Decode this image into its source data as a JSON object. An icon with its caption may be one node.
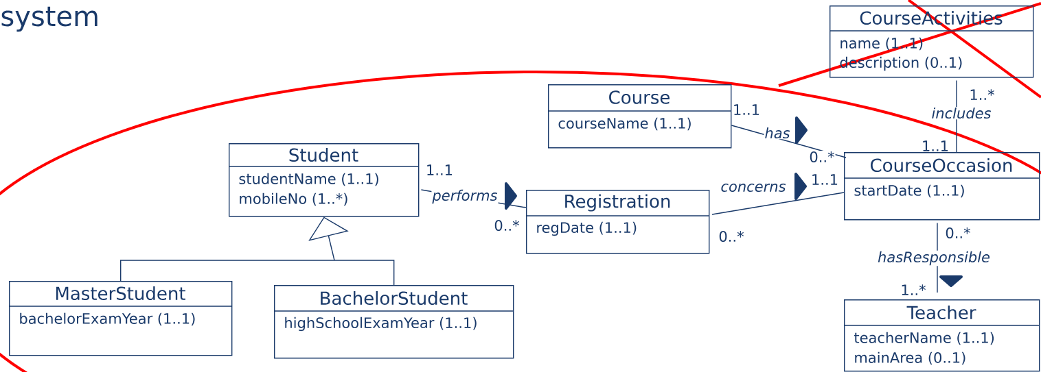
{
  "diagram": {
    "title": "system",
    "nodes": [
      {
        "text": [
          "CourseActivities",
          "name (1..1)",
          "description (0..1)"
        ]
      },
      {
        "text": [
          "Course",
          "courseName (1..1)"
        ]
      },
      {
        "text": [
          "Student",
          "studentName (1..1)",
          "mobileNo (1..*)"
        ]
      },
      {
        "text": [
          "CourseOccasion",
          "startDate (1..1)"
        ]
      },
      {
        "text": [
          "Registration",
          "regDate (1..1)"
        ]
      },
      {
        "text": [
          "Teacher",
          "teacherName (1..1)",
          "mainArea (0..1)"
        ]
      },
      {
        "text": [
          "MasterStudent",
          "bachelorExamYear (1..1)"
        ]
      },
      {
        "text": [
          "BachelorStudent",
          "highSchoolExamYear (1..1)"
        ]
      }
    ],
    "edges": [
      {
        "from": 1,
        "to": 3,
        "arrow": "none",
        "label": "has"
      },
      {
        "from": 2,
        "to": 4,
        "arrow": "none",
        "label": "performs"
      },
      {
        "from": 4,
        "to": 3,
        "arrow": "none",
        "label": "concerns"
      },
      {
        "from": 0,
        "to": 3,
        "arrow": "none",
        "label": "includes"
      },
      {
        "from": 3,
        "to": 5,
        "arrow": "none",
        "label": "hasResponsible"
      },
      {
        "from": 6,
        "to": 2,
        "arrow": "to"
      },
      {
        "from": 7,
        "to": 2,
        "arrow": "to"
      }
    ],
    "labels": [
      "1..*",
      "1..1",
      "1..1",
      "0..*",
      "1..1",
      "1..1",
      "0..*",
      "0..*",
      "0..*",
      "1..*"
    ]
  }
}
